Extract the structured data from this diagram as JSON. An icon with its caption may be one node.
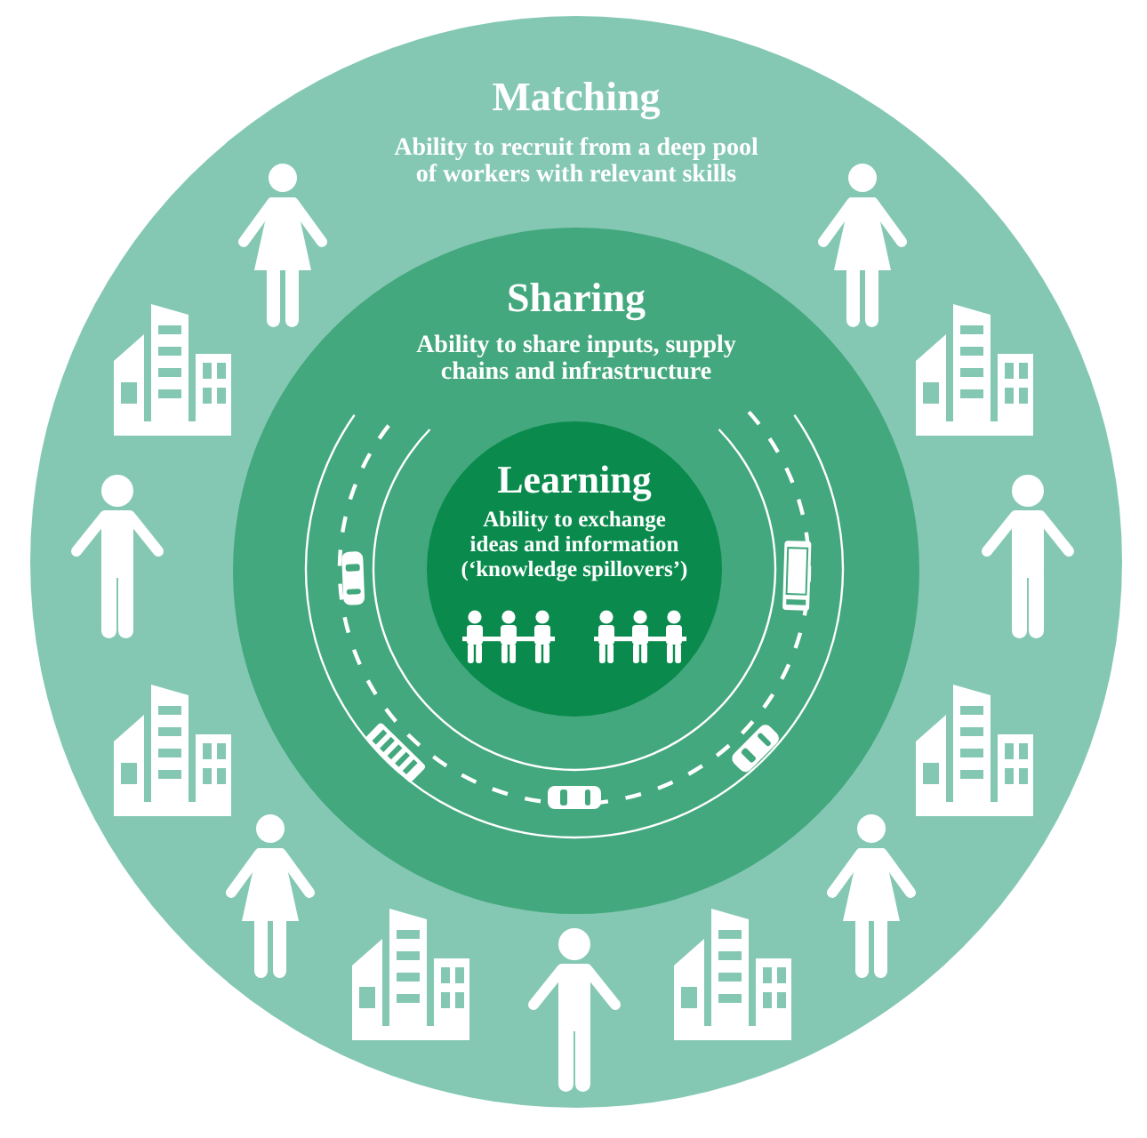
{
  "diagram": {
    "nodes": [
      {
        "text": [
          "Matching",
          "Ability to recruit from a deep pool of workers with relevant skills"
        ]
      },
      {
        "text": [
          "Sharing",
          "Ability to share inputs, supply chains and infrastructure"
        ],
        "in": 0
      },
      {
        "text": [
          "Learning",
          "Ability to exchange ideas and information (‘knowledge spillovers’)"
        ],
        "in": 1
      }
    ]
  }
}
